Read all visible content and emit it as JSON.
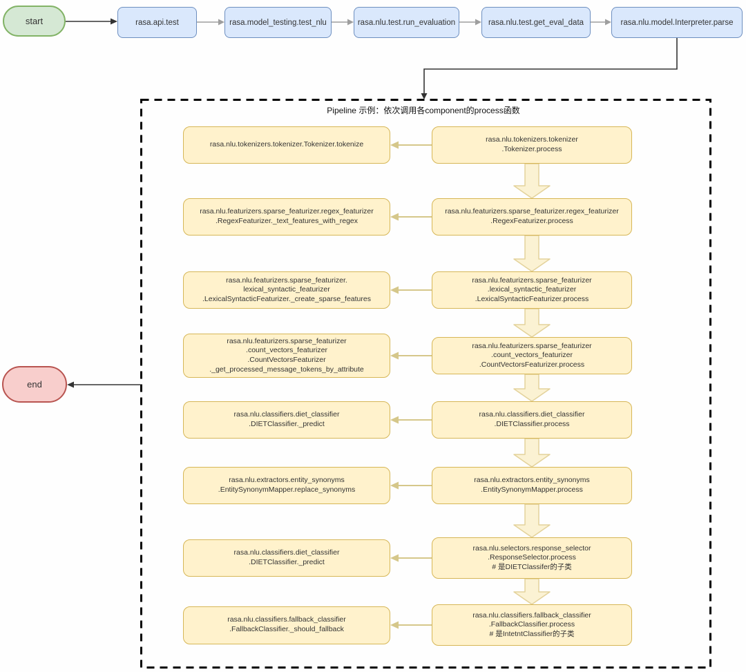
{
  "flow": {
    "start_label": "start",
    "end_label": "end",
    "container_title": "Pipeline 示例：依次调用各component的process函数",
    "top_nodes": [
      "rasa.api.test",
      "rasa.model_testing.test_nlu",
      "rasa.nlu.test.run_evaluation",
      "rasa.nlu.test.get_eval_data",
      "rasa.nlu.model.Interpreter.parse"
    ],
    "rows": [
      {
        "left": [
          "rasa.nlu.tokenizers.tokenizer.Tokenizer.tokenize"
        ],
        "right": [
          "rasa.nlu.tokenizers.tokenizer",
          ".Tokenizer.process"
        ]
      },
      {
        "left": [
          "rasa.nlu.featurizers.sparse_featurizer.regex_featurizer",
          ".RegexFeaturizer._text_features_with_regex"
        ],
        "right": [
          "rasa.nlu.featurizers.sparse_featurizer.regex_featurizer",
          ".RegexFeaturizer.process"
        ]
      },
      {
        "left": [
          "rasa.nlu.featurizers.sparse_featurizer.",
          "lexical_syntactic_featurizer",
          ".LexicalSyntacticFeaturizer._create_sparse_features"
        ],
        "right": [
          "rasa.nlu.featurizers.sparse_featurizer",
          ".lexical_syntactic_featurizer",
          ".LexicalSyntacticFeaturizer.process"
        ]
      },
      {
        "left": [
          "rasa.nlu.featurizers.sparse_featurizer",
          ".count_vectors_featurizer",
          ".CountVectorsFeaturizer",
          "._get_processed_message_tokens_by_attribute"
        ],
        "right": [
          "rasa.nlu.featurizers.sparse_featurizer",
          ".count_vectors_featurizer",
          ".CountVectorsFeaturizer.process"
        ]
      },
      {
        "left": [
          "rasa.nlu.classifiers.diet_classifier",
          ".DIETClassifier._predict"
        ],
        "right": [
          "rasa.nlu.classifiers.diet_classifier",
          ".DIETClassifier.process"
        ]
      },
      {
        "left": [
          "rasa.nlu.extractors.entity_synonyms",
          ".EntitySynonymMapper.replace_synonyms"
        ],
        "right": [
          "rasa.nlu.extractors.entity_synonyms",
          ".EntitySynonymMapper.process"
        ]
      },
      {
        "left": [
          "rasa.nlu.classifiers.diet_classifier",
          ".DIETClassifier._predict"
        ],
        "right": [
          "rasa.nlu.selectors.response_selector",
          ".ResponseSelector.process",
          "# 是DIETClassifer的子类"
        ]
      },
      {
        "left": [
          "rasa.nlu.classifiers.fallback_classifier",
          ".FallbackClassifier._should_fallback"
        ],
        "right": [
          "rasa.nlu.classifiers.fallback_classifier",
          ".FallbackClassifier.process",
          "# 是IntetntClassifier的子类"
        ]
      }
    ],
    "colors": {
      "start_fill": "#d5e8d4",
      "start_stroke": "#82b366",
      "end_fill": "#f8cecc",
      "end_stroke": "#b85450",
      "call_fill": "#dae8fc",
      "call_stroke": "#6c8ebf",
      "process_fill": "#fff2cc",
      "process_stroke": "#d6b656",
      "flow_arrow": "#d5c78a",
      "block_arrow_fill": "#fbf2d3",
      "block_arrow_stroke": "#e3d29b",
      "connector_dark": "#333333",
      "connector_gray": "#9e9e9e",
      "container_border": "#000000"
    }
  }
}
